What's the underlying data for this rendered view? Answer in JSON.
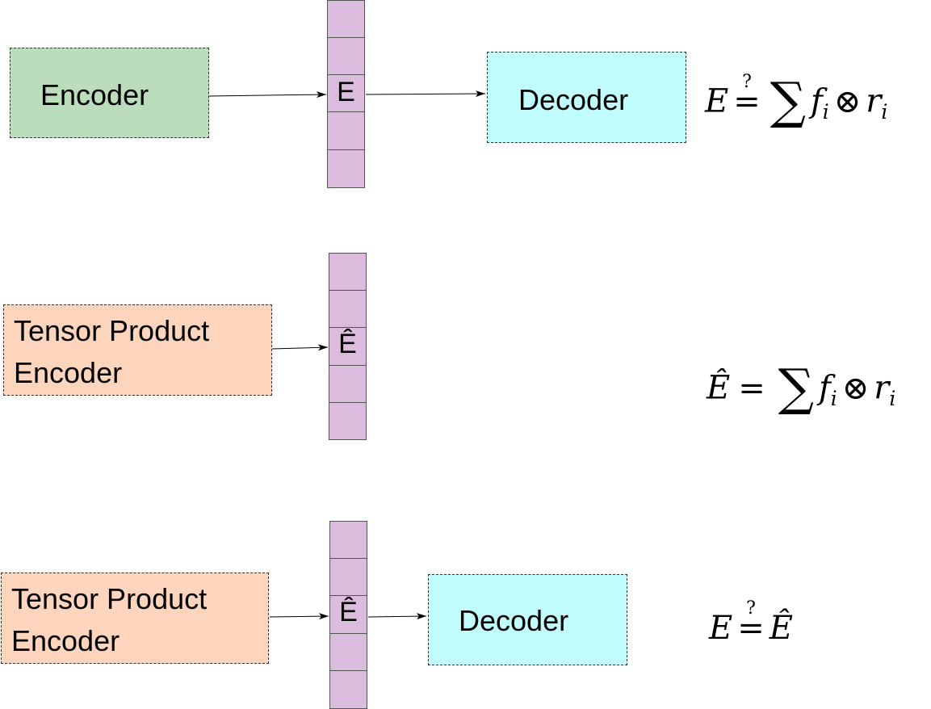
{
  "colors": {
    "encoder_fill": "#bcddbc",
    "tpe_fill": "#fcd5bc",
    "decoder_fill": "#c1fcfc",
    "vector_fill": "#dcbcdc",
    "arrow": "#000000"
  },
  "rows": [
    {
      "encoder_label": "Encoder",
      "vector_label": "E",
      "decoder_label": "Decoder",
      "equation": {
        "lhs": "E",
        "rel": "=",
        "rel_mark": "?",
        "sum": "∑",
        "f": "f",
        "f_sub": "i",
        "op": "⊗",
        "r": "r",
        "r_sub": "i"
      }
    },
    {
      "encoder_label": "Tensor Product\nEncoder",
      "vector_label": "Ê",
      "equation": {
        "lhs": "Ê",
        "rel": "=",
        "sum": "∑",
        "f": "f",
        "f_sub": "i",
        "op": "⊗",
        "r": "r",
        "r_sub": "i"
      }
    },
    {
      "encoder_label": "Tensor Product\nEncoder",
      "vector_label": "Ê",
      "decoder_label": "Decoder",
      "equation": {
        "lhs": "E",
        "rel": "=",
        "rel_mark": "?",
        "rhs": "Ê"
      }
    }
  ]
}
